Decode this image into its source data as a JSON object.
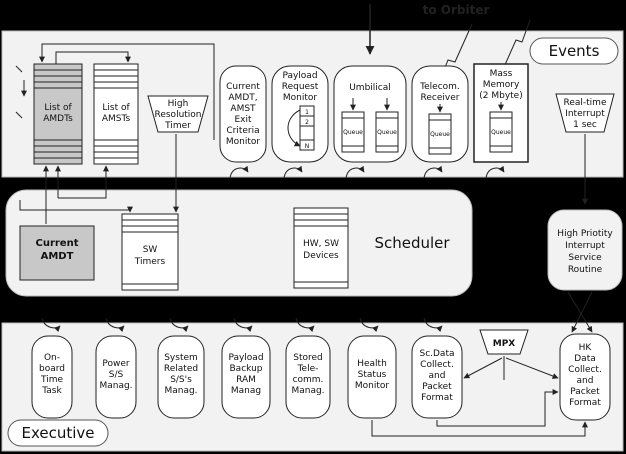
{
  "header": {
    "to_orbiter": "to Orbiter"
  },
  "events": {
    "title": "Events",
    "list_amdts": [
      "List of",
      "AMDTs"
    ],
    "list_amsts": [
      "List of",
      "AMSTs"
    ],
    "high_res_timer": [
      "High",
      "Resolution",
      "Timer"
    ],
    "current_amdt_monitor": [
      "Current",
      "AMDT,",
      "AMST",
      "Exit",
      "Criteria",
      "Monitor"
    ],
    "payload_request_monitor": [
      "Payload",
      "Request",
      "Monitor"
    ],
    "payload_slots": [
      "1",
      "2",
      "N"
    ],
    "umbilical": "Umbilical",
    "telecom_receiver": [
      "Telecom.",
      "Receiver"
    ],
    "mass_memory": [
      "Mass",
      "Memory",
      "(2 Mbyte)"
    ],
    "realtime_interrupt": [
      "Real-time",
      "Interrupt",
      "1 sec"
    ],
    "queue": "Queue"
  },
  "scheduler": {
    "title": "Scheduler",
    "current_amdt": [
      "Current",
      "AMDT"
    ],
    "sw_timers": [
      "SW",
      "Timers"
    ],
    "hw_sw_devices": [
      "HW, SW",
      "Devices"
    ]
  },
  "isr": [
    "High Priotity",
    "Interrupt",
    "Service",
    "Routine"
  ],
  "executive": {
    "title": "Executive",
    "mpx": "MPX",
    "tasks": [
      [
        "On-",
        "board",
        "Time",
        "Task"
      ],
      [
        "Power",
        "S/S",
        "Manag."
      ],
      [
        "System",
        "Related",
        "S/S's",
        "Manag."
      ],
      [
        "Payload",
        "Backup",
        "RAM",
        "Manag"
      ],
      [
        "Stored",
        "Tele-",
        "comm.",
        "Manag."
      ],
      [
        "Health",
        "Status",
        "Monitor"
      ],
      [
        "Sc.Data",
        "Collect.",
        "and",
        "Packet",
        "Format"
      ],
      [
        "HK",
        "Data",
        "Collect.",
        "and",
        "Packet",
        "Format"
      ]
    ]
  },
  "colors": {
    "panel": "#f2f2f2",
    "band": "#000000",
    "shaded": "#c8c8c8",
    "stroke": "#222222"
  }
}
